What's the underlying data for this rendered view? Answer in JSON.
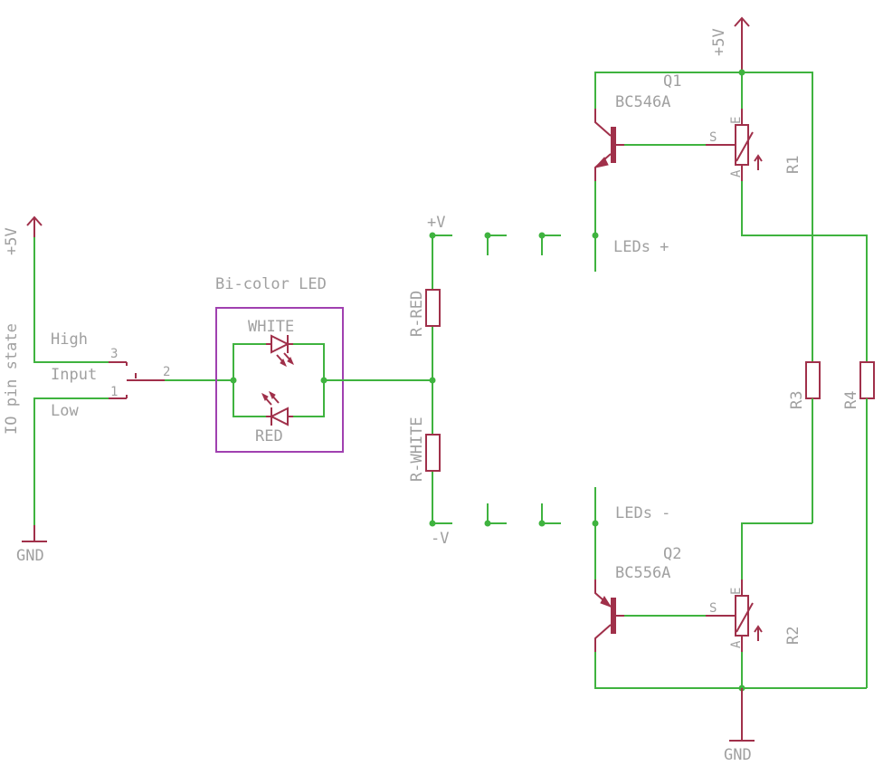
{
  "colors": {
    "wire": "#3fb33f",
    "component": "#a0304a",
    "text": "#a0a0a0",
    "frame": "#a040b0"
  },
  "switch": {
    "supply": "+5V",
    "vertical_label": "IO pin state",
    "high": "High",
    "input": "Input",
    "low": "Low",
    "pin3": "3",
    "pin2": "2",
    "pin1": "1",
    "ground": "GND"
  },
  "led": {
    "title": "Bi-color LED",
    "white": "WHITE",
    "red": "RED"
  },
  "resistors": {
    "r_red": "R-RED",
    "r_white": "R-WHITE",
    "r1": "R1",
    "r2": "R2",
    "r3": "R3",
    "r4": "R4"
  },
  "rails": {
    "plus_v": "+V",
    "minus_v": "-V",
    "leds_plus": "LEDs +",
    "leds_minus": "LEDs -"
  },
  "q1": {
    "ref": "Q1",
    "part": "BC546A"
  },
  "q2": {
    "ref": "Q2",
    "part": "BC556A"
  },
  "pot_pins": {
    "s": "S",
    "e": "E",
    "a": "A"
  },
  "supply_top": "+5V",
  "ground_bottom": "GND"
}
